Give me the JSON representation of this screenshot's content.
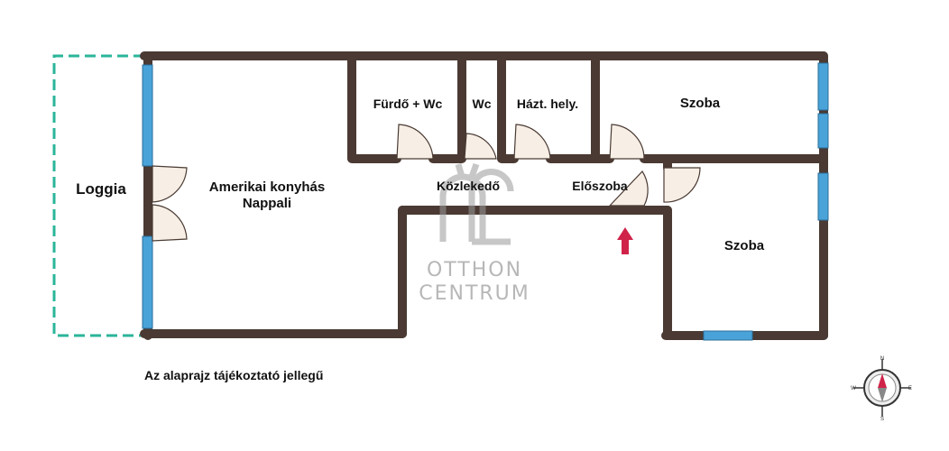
{
  "rooms": {
    "loggia": "Loggia",
    "living_line1": "Amerikai konyhás",
    "living_line2": "Nappali",
    "bathroom": "Fürdő + Wc",
    "wc": "Wc",
    "utility": "Házt. hely.",
    "room_top": "Szoba",
    "corridor": "Közlekedő",
    "hall": "Előszoba",
    "room_bottom": "Szoba"
  },
  "note": "Az alaprajz tájékoztató jellegű",
  "watermark": {
    "logo": "ÖC",
    "line1": "OTTHON",
    "line2": "CENTRUM"
  },
  "compass": {
    "n": "N",
    "e": "E",
    "s": "S",
    "w": "W"
  },
  "colors": {
    "wall": "#4a3a33",
    "window": "#4aa3d8",
    "loggia_outline": "#2bb59a",
    "door_fill": "#f7efe6",
    "entrance_arrow": "#d0234a",
    "watermark": "#9a9a9a"
  }
}
